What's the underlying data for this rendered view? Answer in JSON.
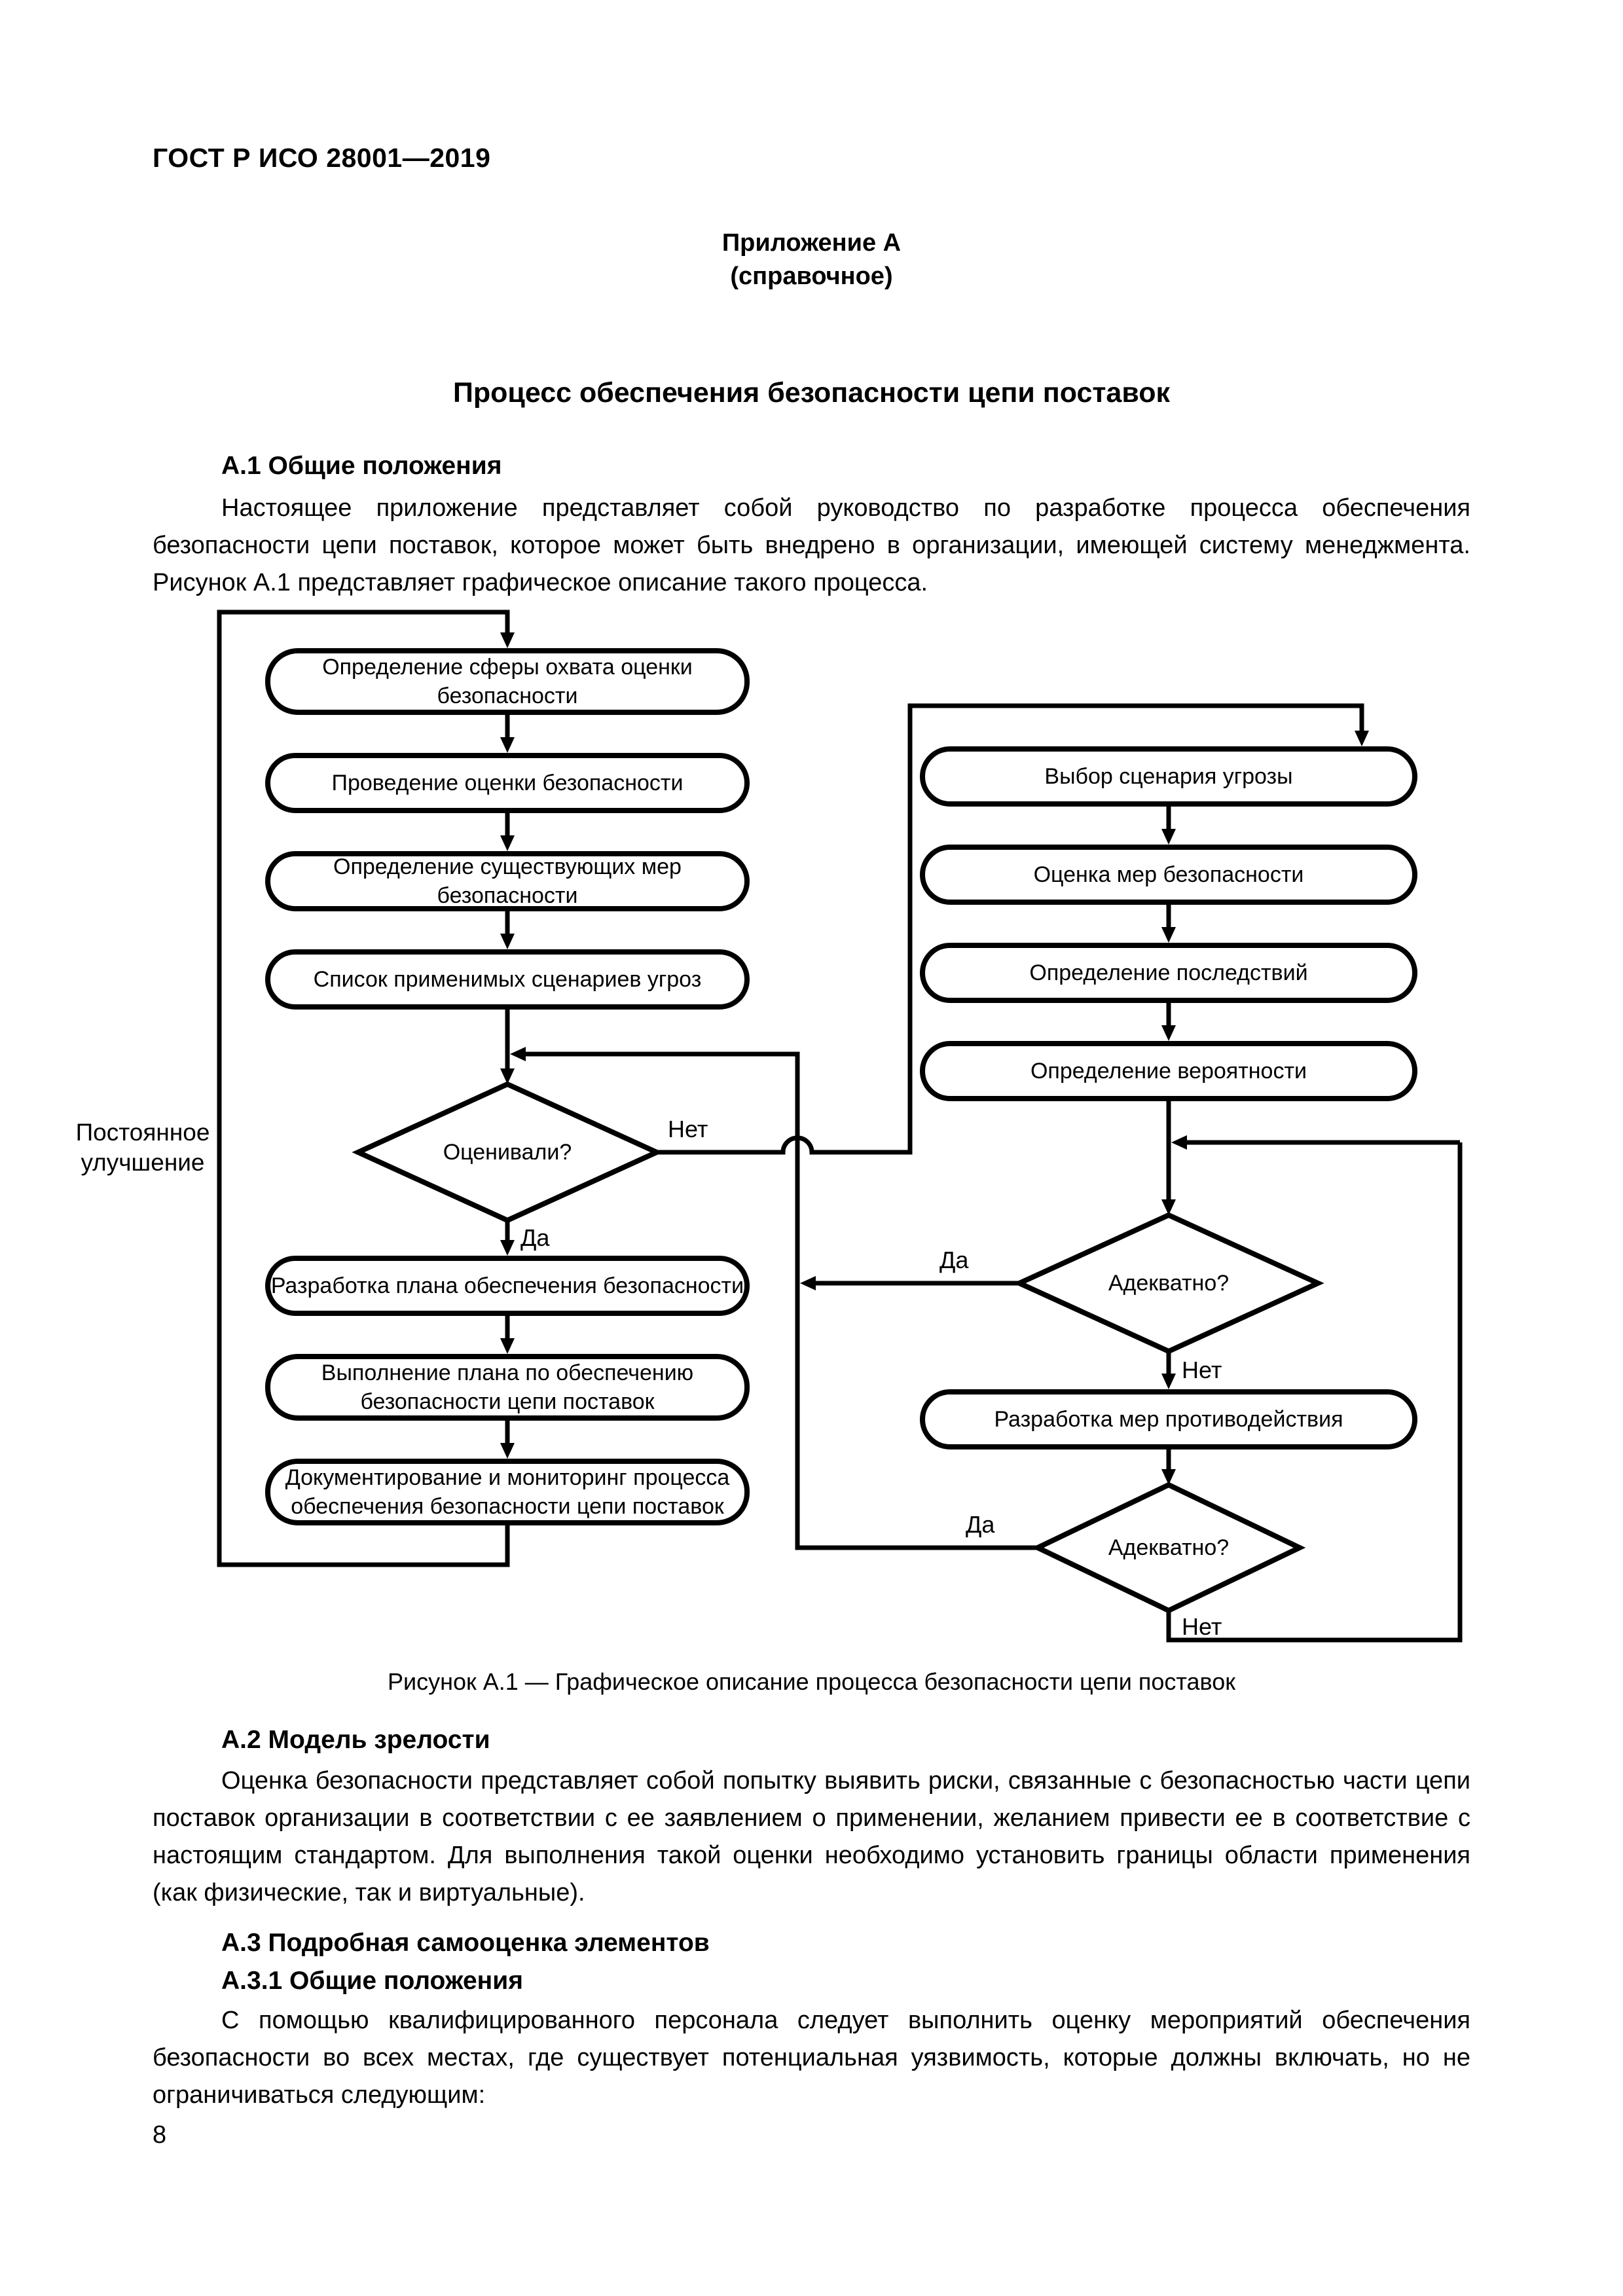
{
  "page": {
    "header": "ГОСТ Р ИСО 28001—2019",
    "page_number": "8"
  },
  "appendix": {
    "label": "Приложение А",
    "note": "(справочное)",
    "title": "Процесс обеспечения безопасности цепи поставок"
  },
  "sections": {
    "a1_heading": "А.1 Общие положения",
    "a1_text": "Настоящее приложение представляет собой руководство по разработке процесса обеспечения безопасности цепи поставок, которое может быть внедрено в организации, имеющей систему менеджмента. Рисунок А.1 пред­ставляет графическое описание такого процесса.",
    "a2_heading": "А.2 Модель зрелости",
    "a2_text": "Оценка безопасности представляет собой попытку выявить риски, связанные с безопасностью части цепи поставок организации в соответствии с ее заявлением о применении, желанием привести ее в соответствие с на­стоящим стандартом. Для выполнения такой оценки необходимо установить границы области применения (как физические, так и виртуальные).",
    "a3_heading": "А.3 Подробная самооценка элементов",
    "a31_heading": "А.3.1 Общие положения",
    "a31_text": "С помощью квалифицированного персонала следует выполнить оценку мероприятий обеспечения безопас­ности во всех местах, где существует потенциальная уязвимость, которые должны включать, но не ограничиваться следующим:"
  },
  "figure": {
    "caption": "Рисунок А.1 — Графическое описание процесса безопасности цепи поставок",
    "side_label": {
      "line1": "Постоянное",
      "line2": "улучшение"
    },
    "yes": "Да",
    "no": "Нет",
    "nodes": {
      "scope_line1": "Определение сферы охвата оценки",
      "scope_line2": "безопасности",
      "conduct": "Проведение оценки безопасности",
      "existing": "Определение существующих мер безопасности",
      "scenarios": "Список применимых сценариев угроз",
      "evaluated": "Оценивали?",
      "plan": "Разработка плана обеспечения безопасности",
      "execute_line1": "Выполнение плана по обеспечению",
      "execute_line2": "безопасности цепи поставок",
      "monitor_line1": "Документирование и мониторинг процесса",
      "monitor_line2": "обеспечения безопасности цепи поставок",
      "threat": "Выбор сценария угрозы",
      "measures": "Оценка мер безопасности",
      "consequences": "Определение последствий",
      "probability": "Определение вероятности",
      "adequate1": "Адекватно?",
      "counter": "Разработка мер противодействия",
      "adequate2": "Адекватно?"
    }
  }
}
